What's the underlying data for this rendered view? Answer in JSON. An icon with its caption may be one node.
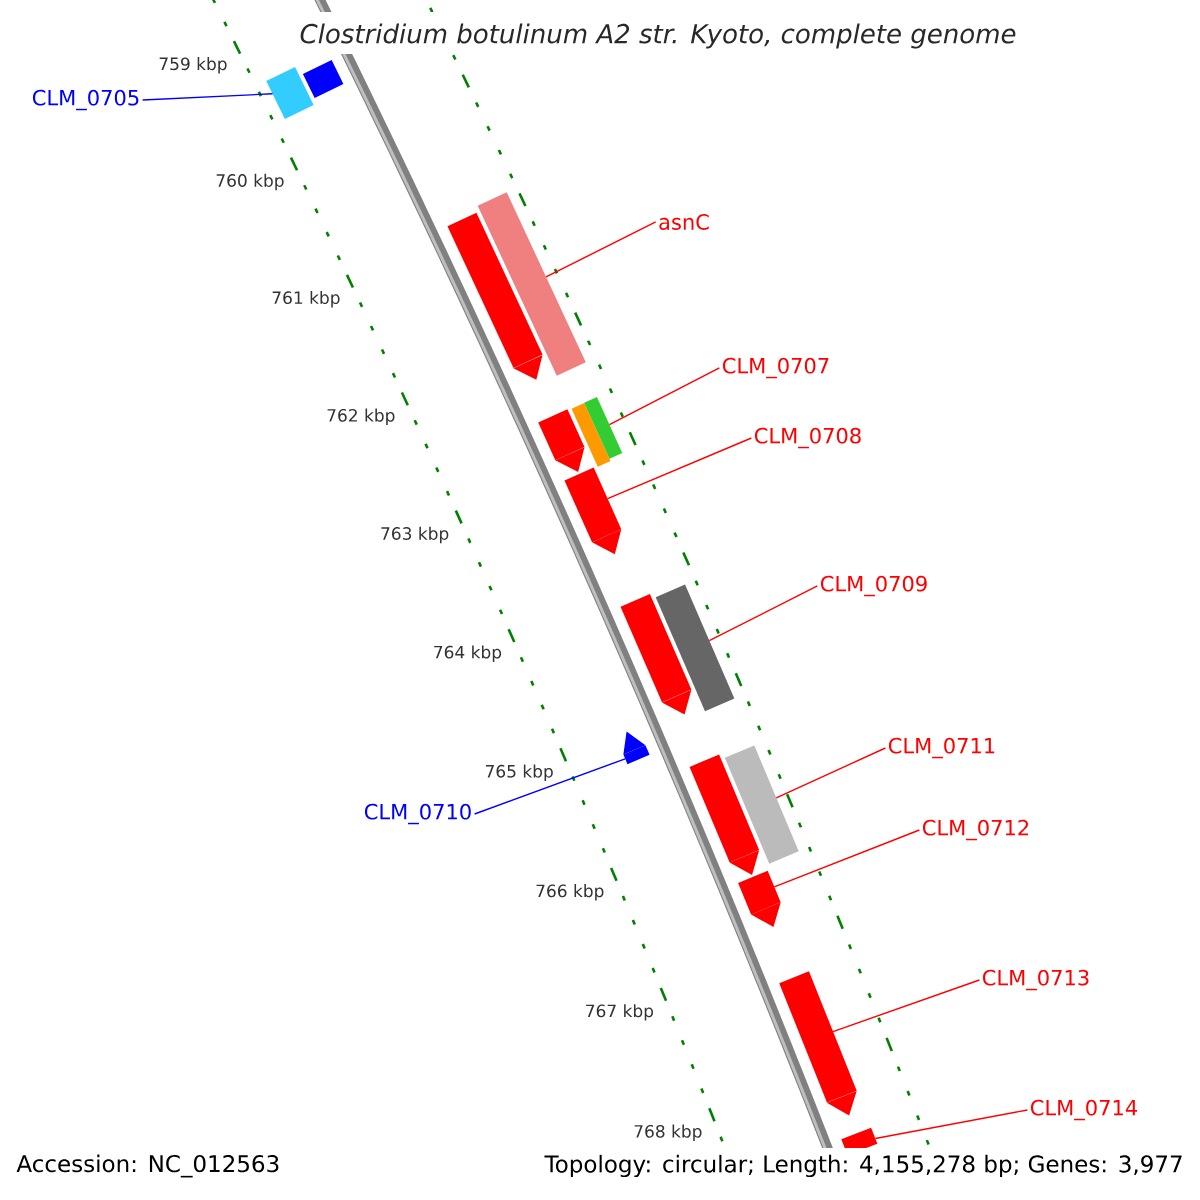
{
  "diagram": {
    "title": "Clostridium botulinum A2 str. Kyoto, complete genome",
    "nodes": [
      {
        "text": [
          "CLM_0705"
        ]
      },
      {
        "text": [
          "asnC"
        ]
      },
      {
        "text": [
          "CLM_0707"
        ]
      },
      {
        "text": [
          "CLM_0708"
        ]
      },
      {
        "text": [
          "CLM_0709"
        ]
      },
      {
        "text": [
          "CLM_0710"
        ]
      },
      {
        "text": [
          "CLM_0711"
        ]
      },
      {
        "text": [
          "CLM_0712"
        ]
      },
      {
        "text": [
          "CLM_0713"
        ]
      },
      {
        "text": [
          "CLM_0714"
        ]
      },
      {
        "text": [],
        "shape": "bar"
      },
      {
        "text": [],
        "shape": "bar"
      },
      {
        "text": [],
        "shape": "bar"
      },
      {
        "text": [],
        "shape": "bar"
      },
      {
        "text": [],
        "shape": "bar"
      },
      {
        "text": [],
        "shape": "bar"
      },
      {
        "text": [],
        "shape": "bar"
      },
      {
        "text": [],
        "shape": "bar"
      },
      {
        "text": [],
        "shape": "bar"
      },
      {
        "text": [],
        "shape": "bar"
      },
      {
        "text": [],
        "shape": "bar"
      },
      {
        "text": [],
        "shape": "bar"
      },
      {
        "text": [],
        "shape": "bar"
      },
      {
        "text": [],
        "shape": "bar"
      },
      {
        "text": [],
        "shape": "bar"
      },
      {
        "text": [],
        "shape": "bar"
      }
    ],
    "edges": [
      {
        "from": 0,
        "to": 11,
        "arrow": "none",
        "color": "#0000ff"
      },
      {
        "from": 1,
        "to": 13,
        "arrow": "none"
      },
      {
        "from": 2,
        "to": 16,
        "arrow": "none"
      },
      {
        "from": 3,
        "to": 17,
        "arrow": "none"
      },
      {
        "from": 4,
        "to": 18,
        "arrow": "none"
      },
      {
        "from": 5,
        "to": 20,
        "arrow": "none",
        "color": "#0000ff"
      },
      {
        "from": 6,
        "to": 22,
        "arrow": "none"
      },
      {
        "from": 7,
        "to": 23,
        "arrow": "none"
      },
      {
        "from": 8,
        "to": 24,
        "arrow": "none"
      },
      {
        "from": 9,
        "to": 25,
        "arrow": "none"
      }
    ],
    "labels": [
      "759 kbp",
      "760 kbp",
      "761 kbp",
      "762 kbp",
      "763 kbp",
      "764 kbp",
      "765 kbp",
      "766 kbp",
      "767 kbp",
      "768 kbp",
      "Accession: NC_012563",
      "Topology: circular; Length: 4,155,278 bp; Genes: 3,977"
    ]
  }
}
